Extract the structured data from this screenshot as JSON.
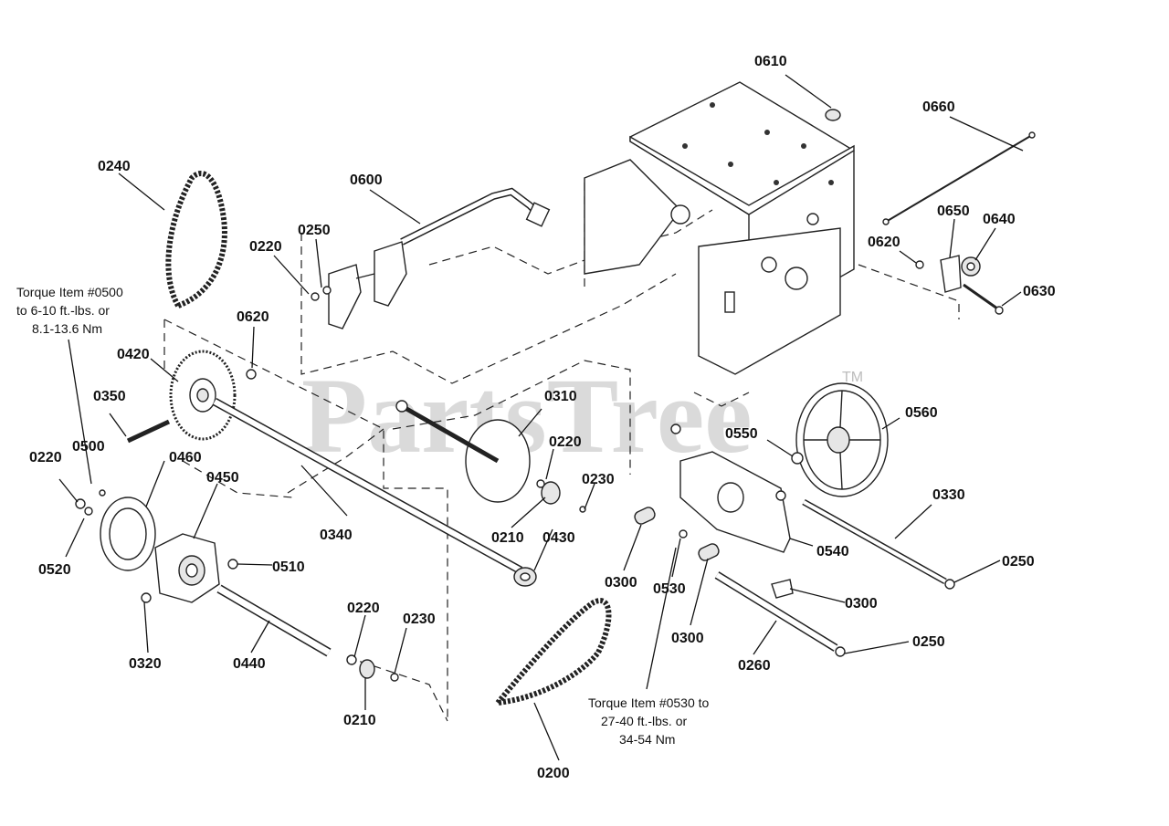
{
  "watermark": {
    "text": "PartsTree",
    "trademark": "TM"
  },
  "notes": {
    "torque_0500": [
      "Torque Item #0500",
      "to 6-10 ft.-lbs. or",
      "8.1-13.6 Nm"
    ],
    "torque_0530": [
      "Torque Item #0530 to",
      "27-40 ft.-lbs. or",
      "34-54 Nm"
    ]
  },
  "labels": {
    "l0610": "0610",
    "l0660": "0660",
    "l0240": "0240",
    "l0600": "0600",
    "l0220a": "0220",
    "l0250a": "0250",
    "l0650": "0650",
    "l0640": "0640",
    "l0620a": "0620",
    "l0630": "0630",
    "l0620b": "0620",
    "l0420": "0420",
    "l0350": "0350",
    "l0310": "0310",
    "l0560": "0560",
    "l0550": "0550",
    "l0220b": "0220",
    "l0500": "0500",
    "l0460": "0460",
    "l0450": "0450",
    "l0230a": "0230",
    "l0340": "0340",
    "l0210a": "0210",
    "l0430": "0430",
    "l0330": "0330",
    "l0520": "0520",
    "l0510": "0510",
    "l0540": "0540",
    "l0250b": "0250",
    "l0300a": "0300",
    "l0530": "0530",
    "l0300b": "0300",
    "l0220d": "0220",
    "l0230b": "0230",
    "l0320": "0320",
    "l0440": "0440",
    "l0300c": "0300",
    "l0250c": "0250",
    "l0260": "0260",
    "l0210b": "0210",
    "l0200": "0200",
    "l0220c": "0220"
  }
}
